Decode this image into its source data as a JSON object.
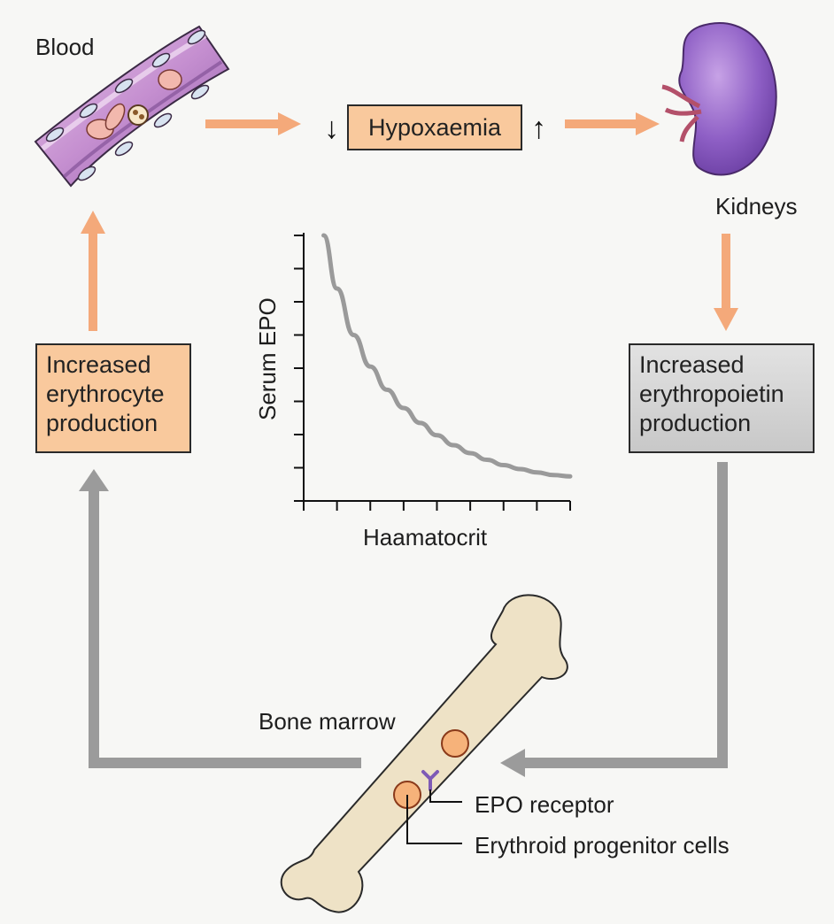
{
  "labels": {
    "blood": "Blood",
    "kidneys": "Kidneys",
    "hypoxaemia": "Hypoxaemia",
    "hypo_down": "↓",
    "hypo_up": "↑",
    "erythrocyte_box": [
      "Increased",
      "erythrocyte",
      "production"
    ],
    "epo_box": [
      "Increased",
      "erythropoietin",
      "production"
    ],
    "bone_marrow": "Bone marrow",
    "epo_receptor": "EPO receptor",
    "progenitor": "Erythroid progenitor cells"
  },
  "chart_data": {
    "type": "line",
    "title": "",
    "xlabel": "Haamatocrit",
    "ylabel": "Serum EPO",
    "x_ticks": 8,
    "y_ticks": 8,
    "description_of_curve": "inverse relationship: EPO falls steeply then levels off as haematocrit rises",
    "series": [
      {
        "x": [
          0.6,
          1,
          1.5,
          2,
          2.5,
          3,
          3.5,
          4,
          4.5,
          5,
          5.5,
          6,
          6.5,
          7,
          7.5,
          8
        ],
        "y": [
          8.0,
          6.4,
          5.0,
          4.05,
          3.35,
          2.8,
          2.35,
          1.98,
          1.68,
          1.44,
          1.24,
          1.08,
          0.96,
          0.86,
          0.78,
          0.74
        ]
      }
    ],
    "xlim": [
      0,
      8
    ],
    "ylim": [
      0,
      8
    ],
    "grid": false
  },
  "colors": {
    "orange_arrow": "#f4a97a",
    "grey_arrow": "#9b9b9b",
    "orange_box": "#f9c99d",
    "curve": "#9a9a9a"
  }
}
